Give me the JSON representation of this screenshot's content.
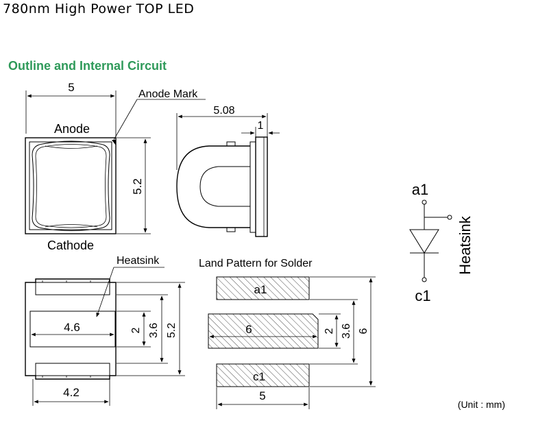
{
  "header": {
    "title": "780nm High Power TOP LED",
    "section_title": "Outline and Internal Circuit"
  },
  "top_view": {
    "width_dim": "5",
    "anode_mark_label": "Anode Mark",
    "anode_label": "Anode",
    "cathode_label": "Cathode",
    "height_dim": "5.2"
  },
  "side_view": {
    "total_dim": "5.08",
    "flange_dim": "1"
  },
  "bottom_view": {
    "heatsink_label": "Heatsink",
    "heatsink_width_dim": "4.6",
    "dim_2": "2",
    "dim_3_6": "3.6",
    "dim_5_2": "5.2",
    "pad_span_dim": "4.2"
  },
  "land_pattern": {
    "title": "Land Pattern for Solder",
    "pad_top_label": "a1",
    "pad_mid_label": "6",
    "pad_bottom_label": "c1",
    "dim_2": "2",
    "dim_3_6": "3.6",
    "dim_6": "6",
    "width_dim": "5"
  },
  "circuit": {
    "anode_label": "a1",
    "cathode_label": "c1",
    "heatsink_label": "Heatsink"
  },
  "unit_note": "(Unit : mm)"
}
